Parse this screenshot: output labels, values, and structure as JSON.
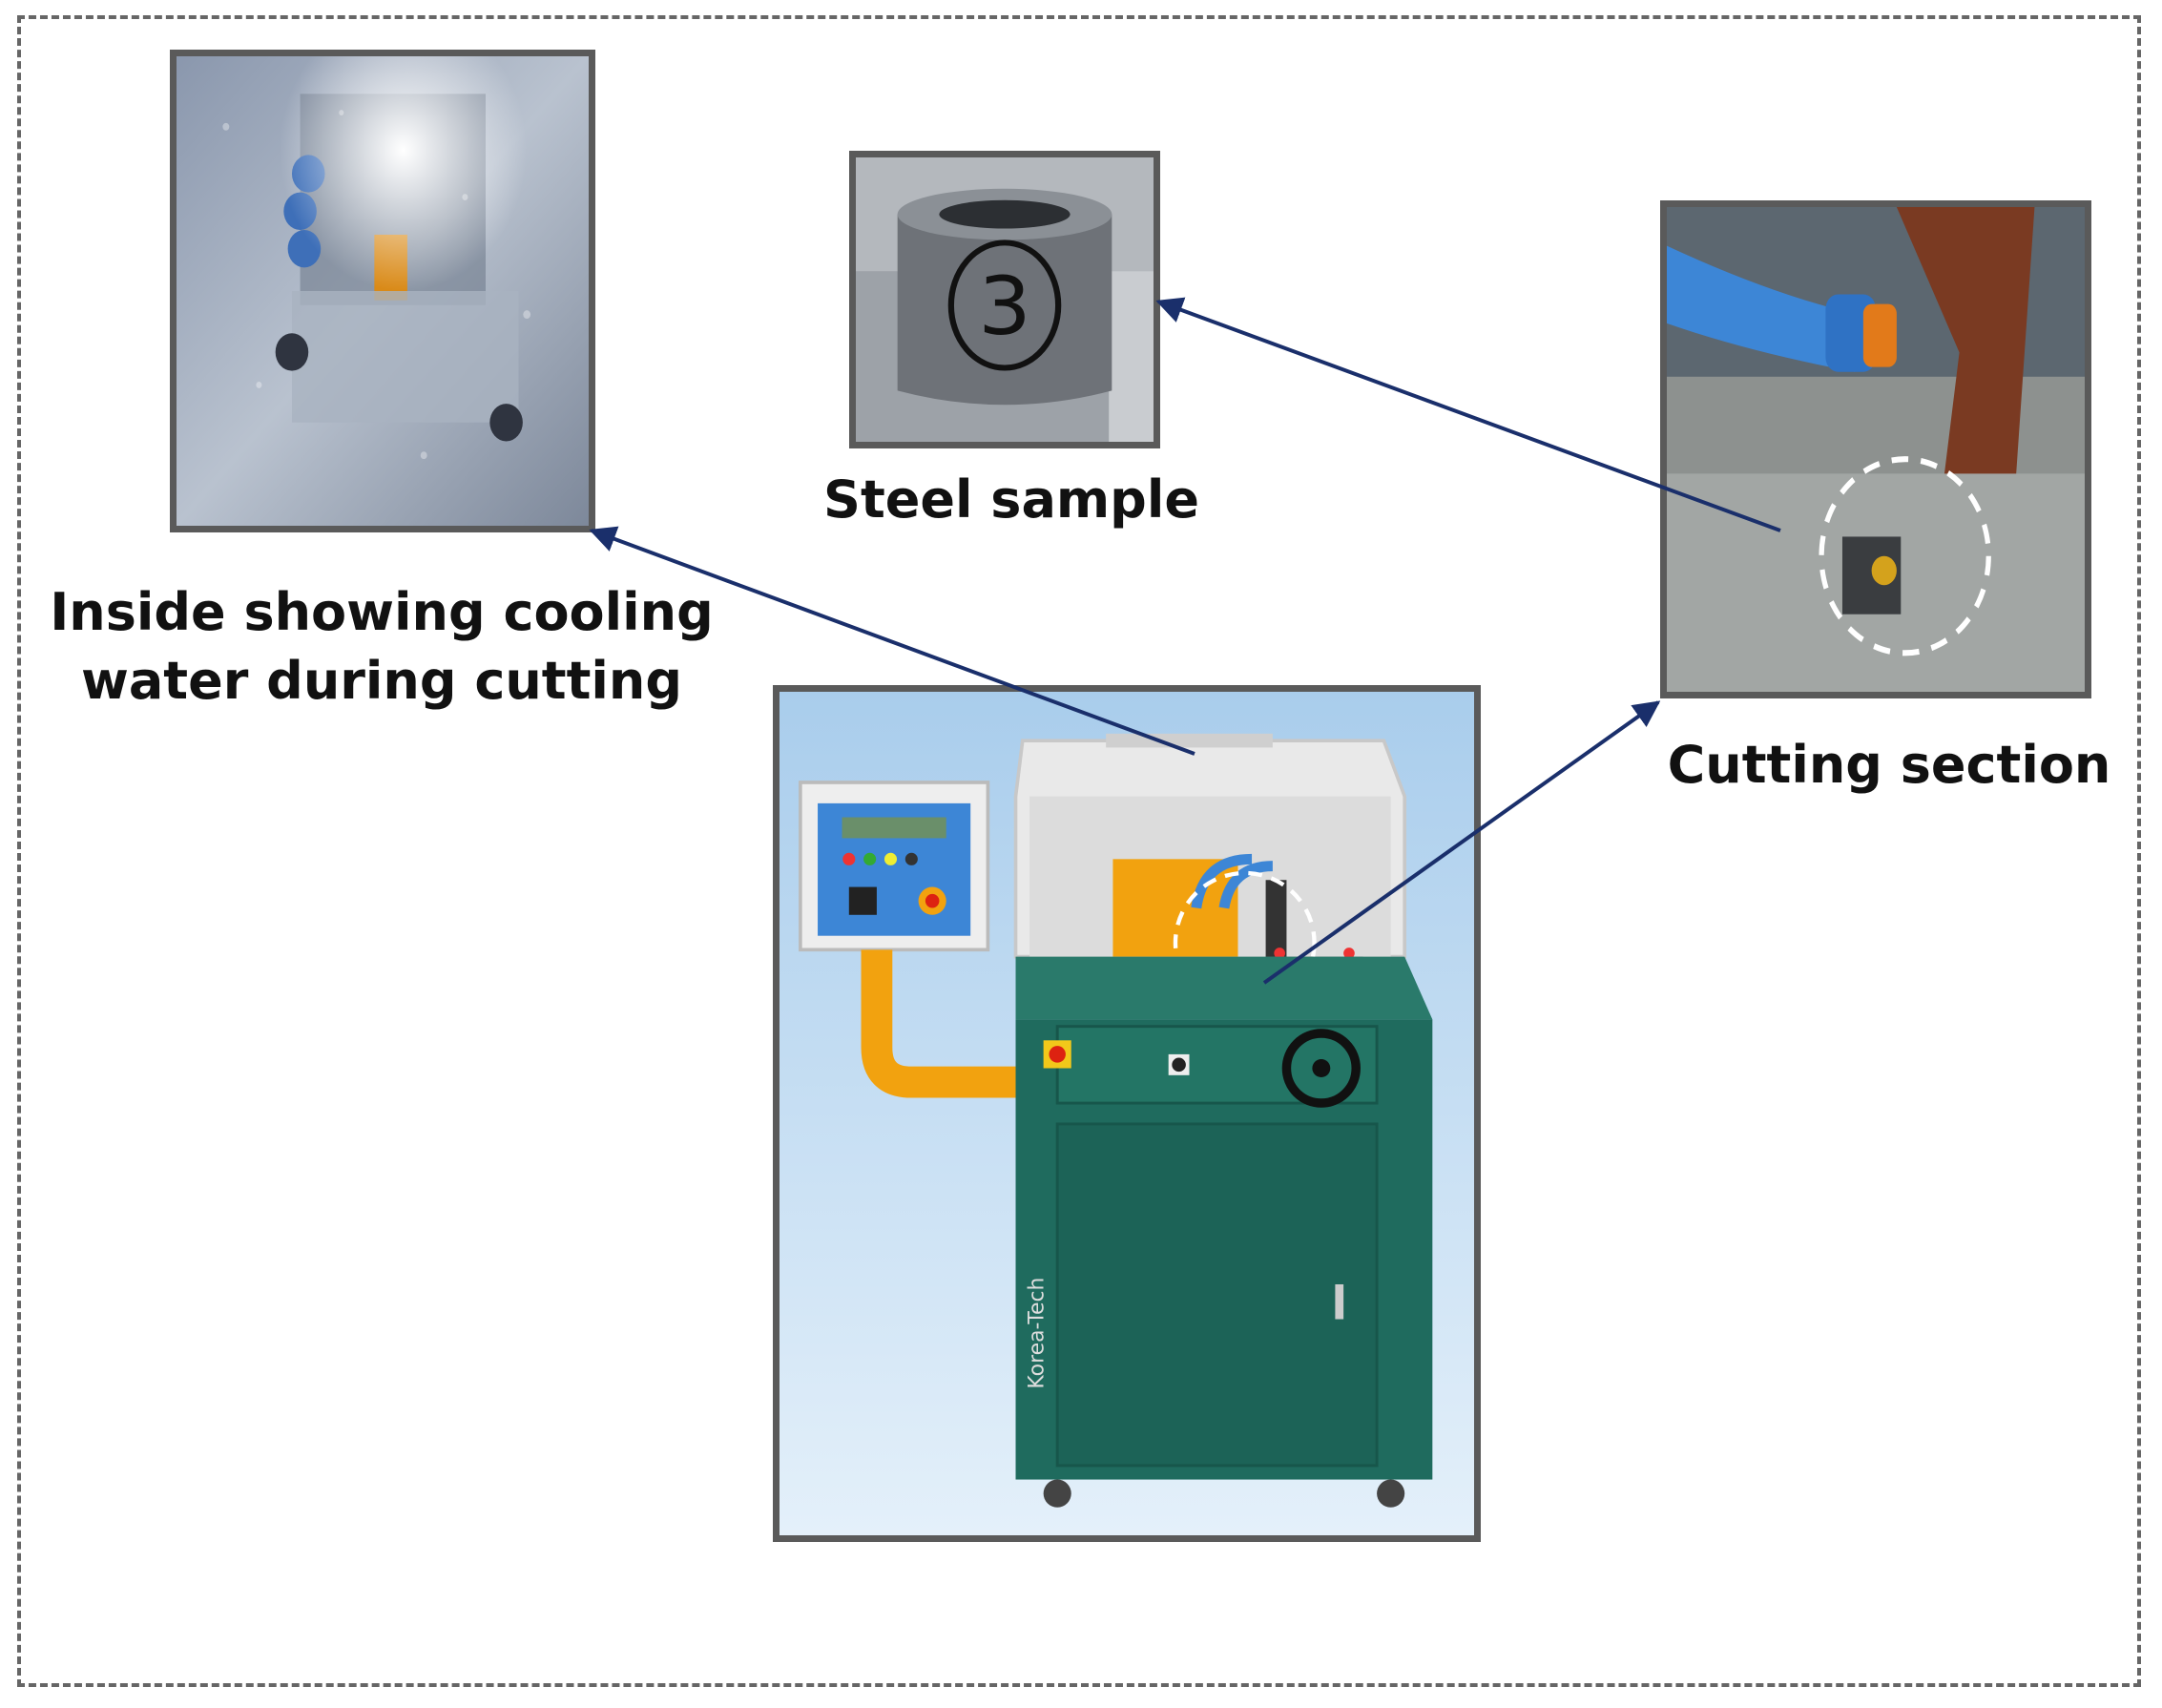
{
  "labels": {
    "inside_line1": "Inside showing cooling",
    "inside_line2": "water during cutting",
    "steel_sample": "Steel sample",
    "cutting_section": "Cutting section",
    "sample_number": "3",
    "brand": "Korea-Tech"
  },
  "colors": {
    "arrow": "#1a2f6b",
    "frame_border": "#666666",
    "photo_border": "#5a5a5a",
    "machine_body": "#1f6b5e",
    "machine_cover": "#e9e9e9",
    "accent_orange": "#f2a20f",
    "accent_blue": "#3d86d6"
  },
  "icons": [
    "machine-photo",
    "cooling-water-photo",
    "steel-sample-photo",
    "cutting-section-photo",
    "dashed-circle-highlight"
  ]
}
